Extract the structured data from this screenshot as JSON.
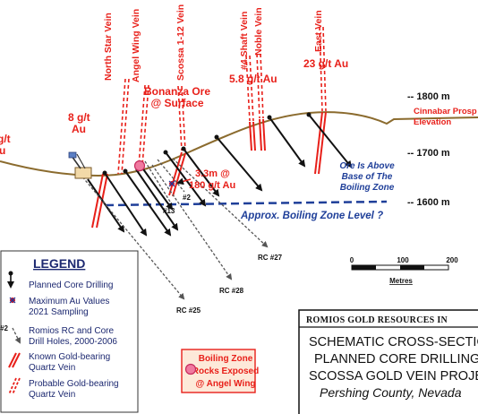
{
  "veins": {
    "north_star": "North Star Vein",
    "angel_wing": "Angel Wing Vein",
    "scossa": "Scossa 1-12 Vein",
    "shaft4": "#4 Shaft Vein",
    "noble": "Noble Vein",
    "east": "East Vein"
  },
  "grades": {
    "g8_line1": "8 g/t",
    "g8_line2": "Au",
    "left_line1": "g/t",
    "left_line2": "u",
    "bonanza_line1": "Bonanza Ore",
    "bonanza_line2": "@ Surface",
    "g58": "5.8 g/t Au",
    "g23": "23 g/t Au",
    "g33_line1": "3.3m @",
    "g33_line2": "180 g/t Au"
  },
  "elevations": {
    "e1800": "-- 1800 m",
    "e1700": "-- 1700 m",
    "e1600": "-- 1600 m"
  },
  "cinnabar": {
    "line1": "Cinnabar Prosp",
    "line2": "Elevation"
  },
  "notes": {
    "ore_above_1": "Ore Is Above",
    "ore_above_2": "Base of The",
    "ore_above_3": "Boiling Zone",
    "boiling_level": "Approx. Boiling Zone Level ?"
  },
  "holes": {
    "h13": "#13",
    "h2": "#2",
    "rc27": "RC #27",
    "rc28": "RC #28",
    "rc25": "RC #25"
  },
  "scale": {
    "t0": "0",
    "t100": "100",
    "t200": "200",
    "unit": "Metres"
  },
  "legend": {
    "title": "LEGEND",
    "planned": "Planned Core Drilling",
    "max_au_1": "Maximum Au Values",
    "max_au_2": "2021 Sampling",
    "sym2": "#2",
    "romios_1": "Romios RC and Core",
    "romios_2": "Drill Holes, 2000-2006",
    "known_1": "Known Gold-bearing",
    "known_2": "Quartz Vein",
    "probable_1": "Probable Gold-bearing",
    "probable_2": "Quartz Vein"
  },
  "boiling_box": {
    "line1": "Boiling Zone",
    "line2": "Rocks Exposed",
    "line3": "@ Angel Wing"
  },
  "title": {
    "company": "ROMIOS GOLD RESOURCES IN",
    "line1": "SCHEMATIC CROSS-SECTIO",
    "line2": "PLANNED CORE DRILLING",
    "line3": "SCOSSA GOLD VEIN PROJEC",
    "line4": "Pershing County, Nevada"
  },
  "colors": {
    "red": "#e8201a",
    "blue": "#1f3f99",
    "ground": "#8b6b2e",
    "box_fill": "#fde9d9",
    "box_border": "#e8201a"
  }
}
